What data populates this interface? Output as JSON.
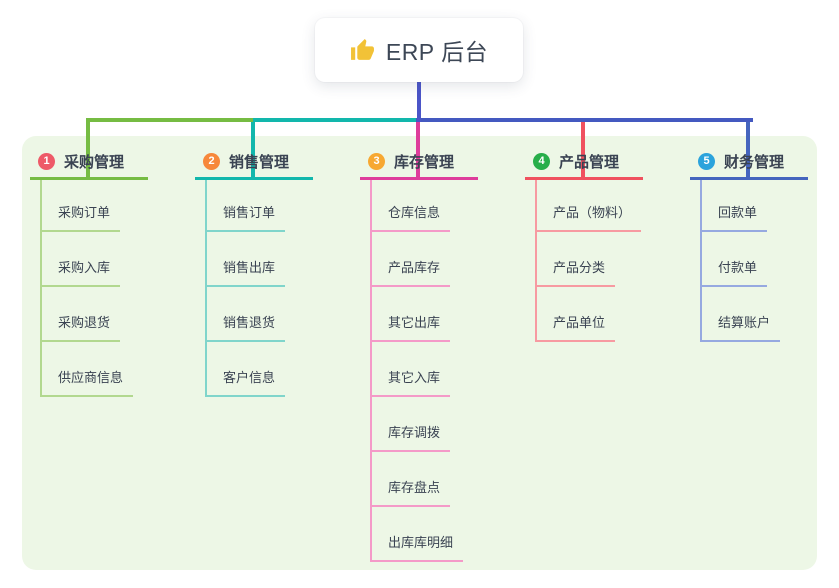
{
  "root": {
    "label": "ERP 后台",
    "icon": "thumbs-up-icon",
    "icon_color": "#F2C237"
  },
  "canvas": {
    "background": "#ffffff",
    "panel_background": "#EDF7E6"
  },
  "connector": {
    "root_line_color": "#4B55C8",
    "right_trunk_color": "#4459C0"
  },
  "branches": [
    {
      "number": "1",
      "label": "采购管理",
      "badge_color": "#EE5A68",
      "line_color": "#76BC43",
      "child_line_color": "#B2D88F",
      "children": [
        "采购订单",
        "采购入库",
        "采购退货",
        "供应商信息"
      ]
    },
    {
      "number": "2",
      "label": "销售管理",
      "badge_color": "#F7883B",
      "line_color": "#12B7AC",
      "child_line_color": "#80D5CB",
      "children": [
        "销售订单",
        "销售出库",
        "销售退货",
        "客户信息"
      ]
    },
    {
      "number": "3",
      "label": "库存管理",
      "badge_color": "#F7A831",
      "line_color": "#DE3D9B",
      "child_line_color": "#F49AC8",
      "children": [
        "仓库信息",
        "产品库存",
        "其它出库",
        "其它入库",
        "库存调拨",
        "库存盘点",
        "出库库明细"
      ]
    },
    {
      "number": "4",
      "label": "产品管理",
      "badge_color": "#27AE49",
      "line_color": "#F0515F",
      "child_line_color": "#F79AA1",
      "children": [
        "产品（物料）",
        "产品分类",
        "产品单位"
      ]
    },
    {
      "number": "5",
      "label": "财务管理",
      "badge_color": "#2BA3DC",
      "line_color": "#4565BE",
      "child_line_color": "#96A9E0",
      "children": [
        "回款单",
        "付款单",
        "结算账户"
      ]
    }
  ]
}
